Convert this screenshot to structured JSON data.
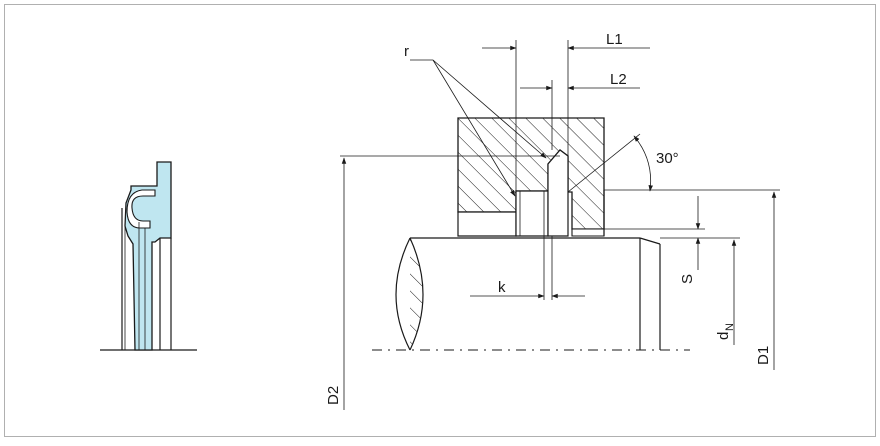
{
  "labels": {
    "r": "r",
    "L1": "L1",
    "L2": "L2",
    "angle": "30°",
    "k": "k",
    "S": "S",
    "dN_main": "d",
    "dN_sub": "N",
    "D1": "D1",
    "D2": "D2"
  },
  "colors": {
    "seal_fill": "#bfe6f0",
    "line": "#1a1a1a",
    "border": "#b0b0b0"
  }
}
